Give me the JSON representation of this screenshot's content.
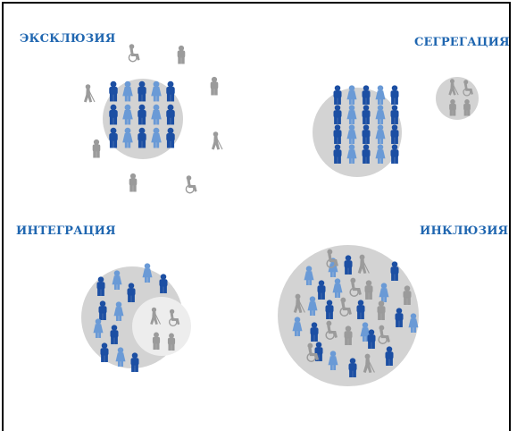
{
  "labels": {
    "exclusion": "ЭКСКЛЮЗИЯ",
    "segregation": "СЕГРЕГАЦИЯ",
    "integration": "ИНТЕГРАЦИЯ",
    "inclusion": "ИНКЛЮЗИЯ"
  },
  "colors": {
    "dark_blue": "#1c4fa3",
    "light_blue": "#6a9ad6",
    "gray_figure": "#9b9b9b",
    "circle_gray": "#d3d3d3",
    "circle_light": "#ededed",
    "label_blue": "#1f66b0"
  },
  "icons": [
    "male-figure-icon",
    "female-figure-icon",
    "wheelchair-user-icon",
    "blind-person-with-cane-icon"
  ]
}
